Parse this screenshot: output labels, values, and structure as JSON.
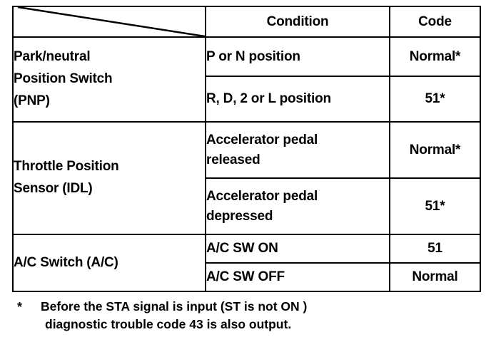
{
  "document": {
    "kind": "automotive-diagnostic-table"
  },
  "table": {
    "headers": {
      "blank": "",
      "condition": "Condition",
      "code": "Code"
    },
    "rows": [
      {
        "subject_lines": [
          "Park/neutral",
          "Position Switch",
          "(PNP)"
        ],
        "items": [
          {
            "condition_lines": [
              "P or N position"
            ],
            "code": "Normal*"
          },
          {
            "condition_lines": [
              "R, D, 2 or L position"
            ],
            "code": "51*"
          }
        ]
      },
      {
        "subject_lines": [
          "Throttle Position",
          "Sensor (IDL)"
        ],
        "items": [
          {
            "condition_lines": [
              "Accelerator pedal",
              "released"
            ],
            "code": "Normal*"
          },
          {
            "condition_lines": [
              "Accelerator pedal",
              "depressed"
            ],
            "code": "51*"
          }
        ]
      },
      {
        "subject_lines": [
          "A/C Switch (A/C)"
        ],
        "items": [
          {
            "condition_lines": [
              "A/C SW ON"
            ],
            "code": "51"
          },
          {
            "condition_lines": [
              "A/C SW OFF"
            ],
            "code": "Normal"
          }
        ]
      }
    ]
  },
  "footnote": {
    "marker": "*",
    "line1": "Before the STA signal is input  (ST is not ON )",
    "line2": "diagnostic trouble code 43 is also output."
  },
  "colors": {
    "ink": "#000000",
    "paper": "#ffffff"
  }
}
